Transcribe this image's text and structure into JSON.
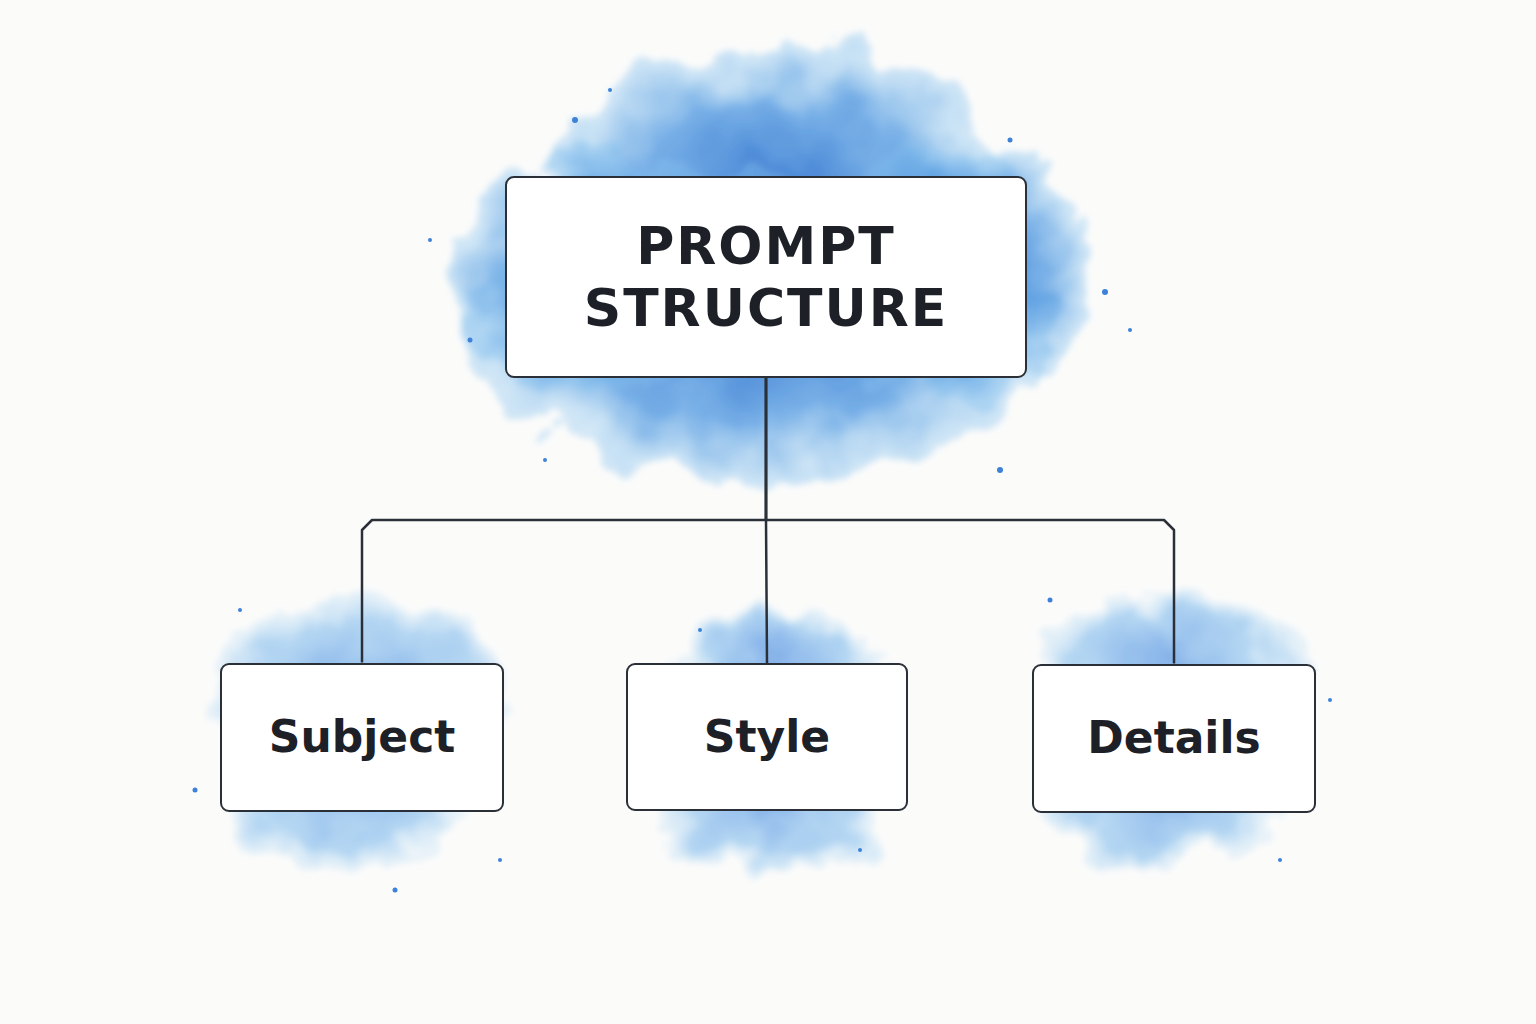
{
  "diagram": {
    "nodes": [
      {
        "text": [
          "PROMPT STRUCTURE"
        ]
      },
      {
        "text": [
          "Subject"
        ]
      },
      {
        "text": [
          "Style"
        ]
      },
      {
        "text": [
          "Details"
        ]
      }
    ],
    "edges": [
      {
        "from": 0,
        "to": 1,
        "arrow": "none"
      },
      {
        "from": 0,
        "to": 2,
        "arrow": "none"
      },
      {
        "from": 0,
        "to": 3,
        "arrow": "none"
      }
    ]
  }
}
